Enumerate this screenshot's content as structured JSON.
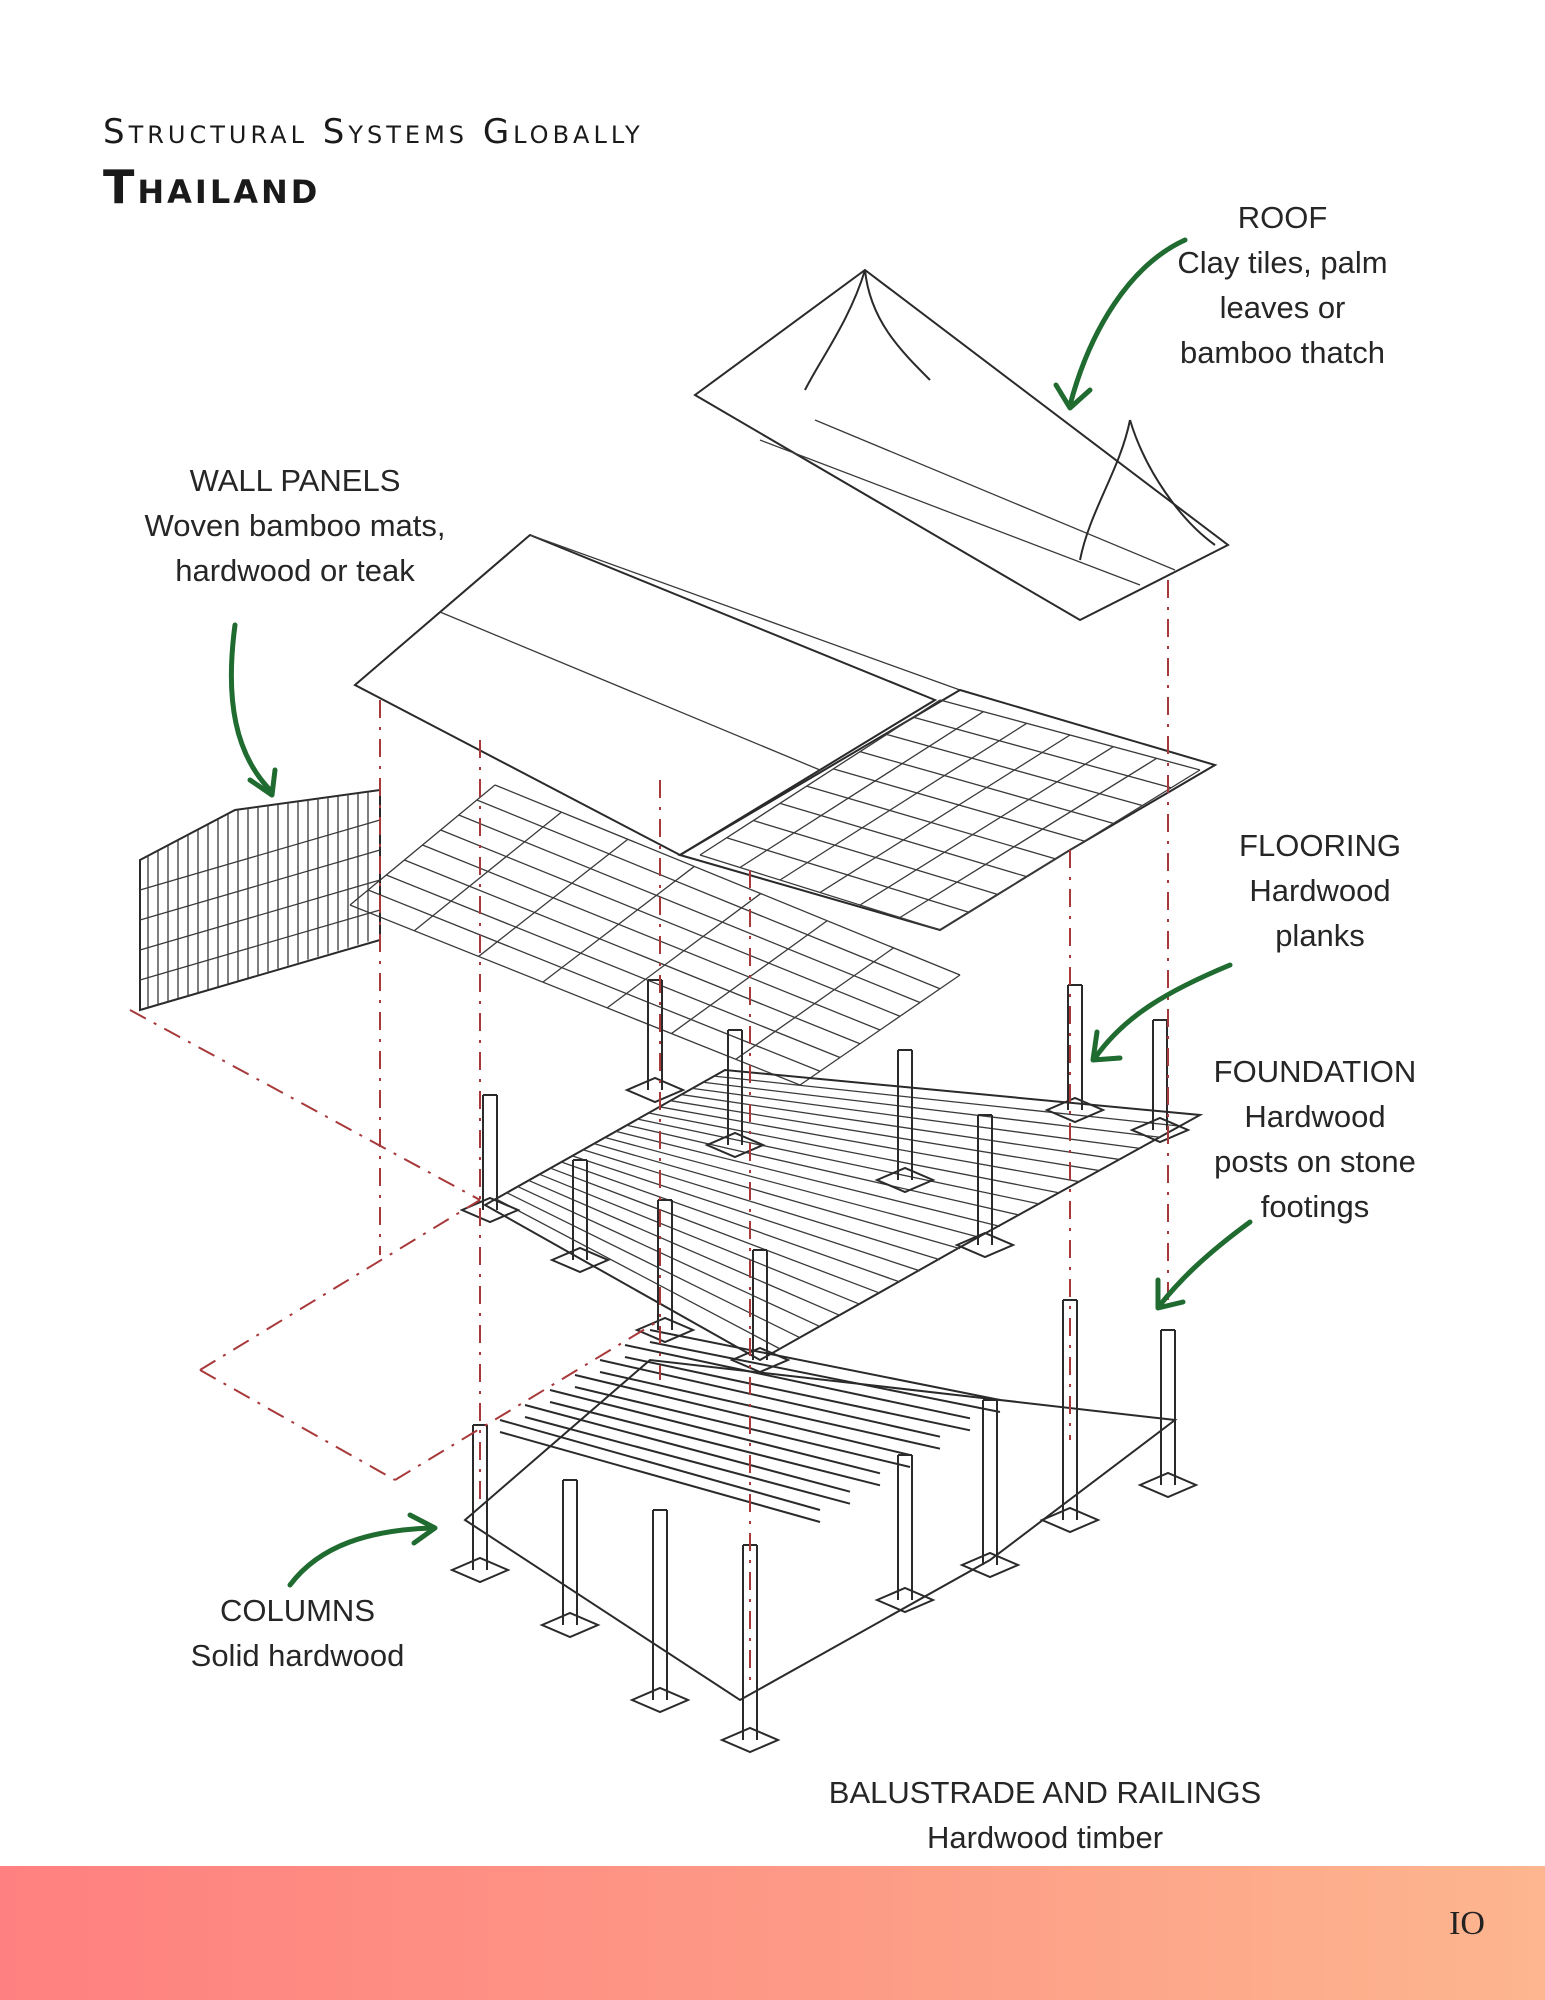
{
  "header": {
    "series": "Structural Systems Globally",
    "title": "Thailand"
  },
  "labels": {
    "roof": {
      "head": "ROOF",
      "desc": [
        "Clay tiles, palm",
        "leaves or",
        "bamboo thatch"
      ]
    },
    "wall_panels": {
      "head": "WALL PANELS",
      "desc": [
        "Woven bamboo mats,",
        "hardwood or teak"
      ]
    },
    "flooring": {
      "head": "FLOORING",
      "desc": [
        "Hardwood",
        "planks"
      ]
    },
    "foundation": {
      "head": "FOUNDATION",
      "desc": [
        "Hardwood",
        "posts on stone",
        "footings"
      ]
    },
    "columns": {
      "head": "COLUMNS",
      "desc": [
        "Solid hardwood"
      ]
    },
    "balustrade": {
      "head": "BALUSTRADE AND RAILINGS",
      "desc": [
        "Hardwood timber"
      ]
    }
  },
  "colors": {
    "arrow": "#1f6b30",
    "drawing_line": "#2a2a2a",
    "dash_line": "#a8393b",
    "footer_gradient_start": "#ff8080",
    "footer_gradient_end": "#fdb68f"
  },
  "footer": {
    "page_number": "IO"
  }
}
